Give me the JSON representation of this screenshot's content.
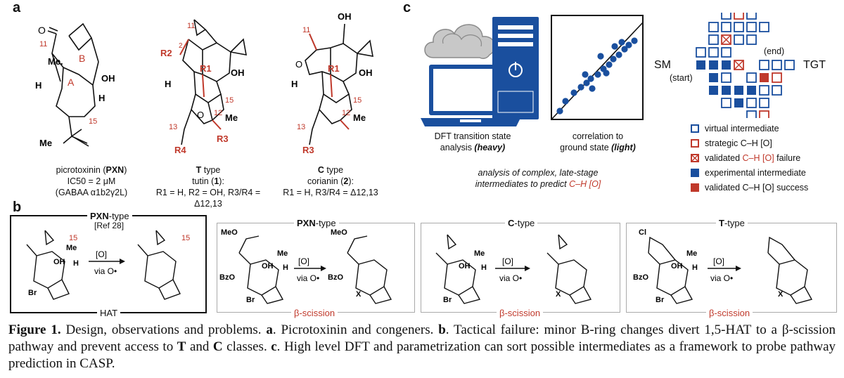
{
  "panels": {
    "a": "a",
    "b": "b",
    "c": "c"
  },
  "panel_a": {
    "pxn": {
      "labels": {
        "n11": "11",
        "me": "Me.",
        "b": "B",
        "a": "A",
        "oh": "OH",
        "h1": "H",
        "h2": "H",
        "n15": "15",
        "me2": "Me",
        "o": "O"
      },
      "name": "picrotoxinin (",
      "abbr": "PXN",
      "name_end": ")",
      "ic50": "IC50 = 2 μM",
      "target": "(GABAA α1b2γ2L)"
    },
    "tutin": {
      "labels": {
        "n11": "11",
        "r2": "R2",
        "n2": "2",
        "r1": "R1",
        "oh": "OH",
        "h1": "H",
        "n15": "15",
        "n12": "12",
        "me": "Me",
        "n13": "13",
        "r3": "R3",
        "r4": "R4",
        "o": "O"
      },
      "type_letter": "T",
      "type_word": " type",
      "name": "tutin (",
      "num": "1",
      "name_end": "):",
      "subst": "R1 = H, R2 = OH, R3/R4 = Δ12,13"
    },
    "corianin": {
      "labels": {
        "n11": "11",
        "oh1": "OH",
        "r1": "R1",
        "oh2": "OH",
        "h1": "H",
        "n15": "15",
        "n12": "12",
        "me": "Me",
        "n13": "13",
        "r3": "R3",
        "o": "O"
      },
      "type_letter": "C",
      "type_word": " type",
      "name": "corianin (",
      "num": "2",
      "name_end": "):",
      "subst": "R1 = H, R3/R4 = Δ12,13"
    }
  },
  "panel_b": {
    "boxes": [
      {
        "title_bold": "PXN",
        "title_rest": "-type",
        "ref": "[Ref 28]",
        "oxidant": "[O]",
        "via": "via O•",
        "mech": "HAT",
        "n15a": "15",
        "n15b": "15",
        "me": "Me",
        "oh": "OH",
        "h": "H",
        "br": "Br"
      },
      {
        "title_bold": "PXN",
        "title_rest": "-type",
        "ref": "",
        "oxidant": "[O]",
        "via": "via O•",
        "mech": "β-scission",
        "meo1": "MeO",
        "meo2": "MeO",
        "bzo1": "BzO",
        "bzo2": "BzO",
        "me": "Me",
        "oh": "OH",
        "h": "H",
        "br": "Br",
        "x": "X"
      },
      {
        "title_bold": "C",
        "title_rest": "-type",
        "ref": "",
        "oxidant": "[O]",
        "via": "via O•",
        "mech": "β-scission",
        "me": "Me",
        "oh": "OH",
        "h": "H",
        "br": "Br",
        "x": "X"
      },
      {
        "title_bold": "T",
        "title_rest": "-type",
        "ref": "",
        "oxidant": "[O]",
        "via": "via O•",
        "mech": "β-scission",
        "cl": "Cl",
        "bzo": "BzO",
        "me": "Me",
        "oh": "OH",
        "h": "H",
        "br": "Br",
        "x": "X"
      }
    ]
  },
  "panel_c": {
    "dft_caption_1": "DFT transition state",
    "dft_caption_2": "analysis ",
    "dft_caption_bold": "(heavy)",
    "corr_caption_1": "correlation to",
    "corr_caption_2": "ground state ",
    "corr_caption_bold": "(light)",
    "analysis_1": "analysis of complex, late-stage",
    "analysis_2": "intermediates to predict ",
    "analysis_red": "C–H [O]",
    "sm": "SM",
    "tgt": "TGT",
    "start": "(start)",
    "end": "(end)",
    "legend": [
      {
        "kind": "ob",
        "text": "virtual intermediate"
      },
      {
        "kind": "or",
        "text": "strategic C–H [O]"
      },
      {
        "kind": "xr",
        "text_pre": "validated ",
        "text_red": "C–H [O]",
        "text_post": " failure"
      },
      {
        "kind": "fb",
        "text": "experimental intermediate"
      },
      {
        "kind": "fr",
        "text": "validated C–H [O] success"
      }
    ],
    "colors": {
      "blue": "#1a4f9e",
      "red": "#c0392b",
      "gray": "#b9b9b9"
    }
  },
  "caption": {
    "fig": "Figure 1.",
    "intro": " Design, observations and problems. ",
    "a_letter": "a",
    "a_text": ". Picrotoxinin and congeners. ",
    "b_letter": "b",
    "b_text": ". Tactical failure: minor B-ring changes divert 1,5-HAT to a β-scission pathway and prevent access to ",
    "T": "T",
    "and": " and ",
    "C": "C",
    "classes": " classes. ",
    "c_letter": "c",
    "c_text": ". High level DFT and parametrization can sort possible intermediates as a framework to probe pathway prediction in CASP."
  }
}
